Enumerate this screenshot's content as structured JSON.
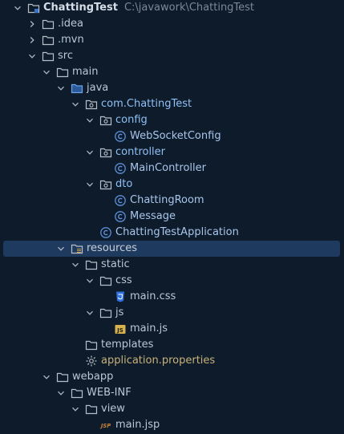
{
  "colors": {
    "background": "#0e1b2b",
    "selection": "#1f3a5f",
    "folder": "#b8bfc8",
    "class_icon": "#5c8fd6",
    "css_icon": "#2f6fde",
    "js_icon": "#d8b24a"
  },
  "tree": [
    {
      "label": "ChattingTest",
      "path": "C:\\javawork\\ChattingTest",
      "depth": 0,
      "expanded": true,
      "icon": "module-folder-icon",
      "style": "root"
    },
    {
      "label": ".idea",
      "depth": 1,
      "expanded": false,
      "icon": "folder-icon"
    },
    {
      "label": ".mvn",
      "depth": 1,
      "expanded": false,
      "icon": "folder-icon"
    },
    {
      "label": "src",
      "depth": 1,
      "expanded": true,
      "icon": "folder-icon"
    },
    {
      "label": "main",
      "depth": 2,
      "expanded": true,
      "icon": "folder-icon"
    },
    {
      "label": "java",
      "depth": 3,
      "expanded": true,
      "icon": "source-folder-icon"
    },
    {
      "label": "com.ChattingTest",
      "depth": 4,
      "expanded": true,
      "icon": "package-icon",
      "style": "pkg"
    },
    {
      "label": "config",
      "depth": 5,
      "expanded": true,
      "icon": "package-icon",
      "style": "pkg"
    },
    {
      "label": "WebSocketConfig",
      "depth": 6,
      "icon": "class-icon",
      "style": "class"
    },
    {
      "label": "controller",
      "depth": 5,
      "expanded": true,
      "icon": "package-icon",
      "style": "pkg"
    },
    {
      "label": "MainController",
      "depth": 6,
      "icon": "class-icon",
      "style": "class"
    },
    {
      "label": "dto",
      "depth": 5,
      "expanded": true,
      "icon": "package-icon",
      "style": "pkg"
    },
    {
      "label": "ChattingRoom",
      "depth": 6,
      "icon": "class-icon",
      "style": "class"
    },
    {
      "label": "Message",
      "depth": 6,
      "icon": "class-icon",
      "style": "class"
    },
    {
      "label": "ChattingTestApplication",
      "depth": 5,
      "icon": "class-icon",
      "style": "class"
    },
    {
      "label": "resources",
      "depth": 3,
      "expanded": true,
      "icon": "resources-folder-icon",
      "selected": true,
      "style": "res"
    },
    {
      "label": "static",
      "depth": 4,
      "expanded": true,
      "icon": "folder-icon"
    },
    {
      "label": "css",
      "depth": 5,
      "expanded": true,
      "icon": "folder-icon"
    },
    {
      "label": "main.css",
      "depth": 6,
      "icon": "css-file-icon"
    },
    {
      "label": "js",
      "depth": 5,
      "expanded": true,
      "icon": "folder-icon"
    },
    {
      "label": "main.js",
      "depth": 6,
      "icon": "js-file-icon"
    },
    {
      "label": "templates",
      "depth": 4,
      "icon": "folder-icon"
    },
    {
      "label": "application.properties",
      "depth": 4,
      "icon": "settings-file-icon",
      "style": "prop"
    },
    {
      "label": "webapp",
      "depth": 2,
      "expanded": true,
      "icon": "folder-icon"
    },
    {
      "label": "WEB-INF",
      "depth": 3,
      "expanded": true,
      "icon": "folder-icon"
    },
    {
      "label": "view",
      "depth": 4,
      "expanded": true,
      "icon": "folder-icon"
    },
    {
      "label": "main.jsp",
      "depth": 5,
      "icon": "jsp-file-icon"
    }
  ]
}
